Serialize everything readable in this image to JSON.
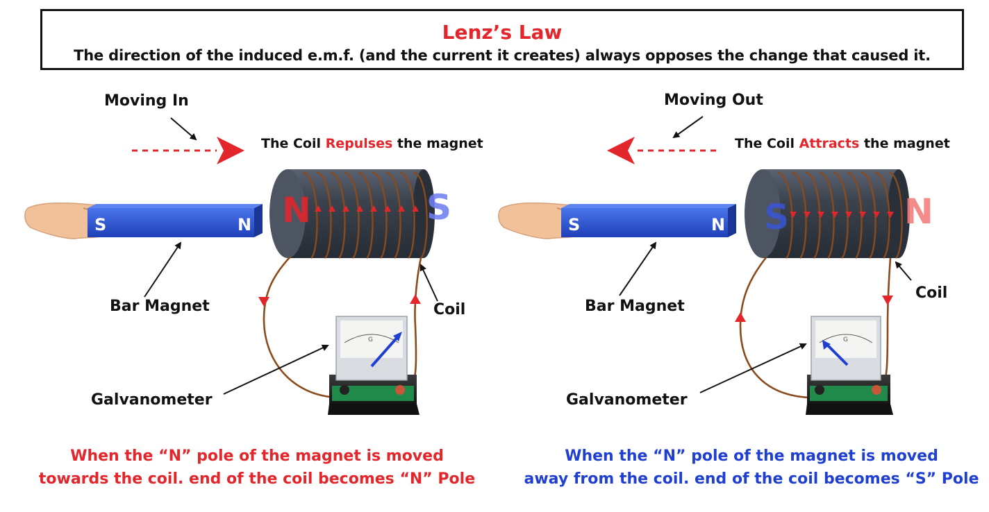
{
  "header": {
    "title": "Lenz’s Law",
    "subtitle": "The direction of the induced e.m.f. (and the current it creates) always opposes the change that caused it."
  },
  "left": {
    "motion": "Moving In",
    "coil_effect_prefix": "The Coil ",
    "coil_effect_verb": "Repulses",
    "coil_effect_suffix": " the magnet",
    "bar_magnet": "Bar Magnet",
    "coil": "Coil",
    "galvanometer": "Galvanometer",
    "magnet_s": "S",
    "magnet_n": "N",
    "coil_pole_left": "N",
    "coil_pole_right": "S",
    "caption_line1": "When the “N” pole of the magnet is moved",
    "caption_line2": "towards the coil. end of the coil becomes “N” Pole"
  },
  "right": {
    "motion": "Moving Out",
    "coil_effect_prefix": "The Coil ",
    "coil_effect_verb": "Attracts",
    "coil_effect_suffix": " the magnet",
    "bar_magnet": "Bar Magnet",
    "coil": "Coil",
    "galvanometer": "Galvanometer",
    "magnet_s": "S",
    "magnet_n": "N",
    "coil_pole_left": "S",
    "coil_pole_right": "N",
    "caption_line1": "When the “N” pole of the magnet is moved",
    "caption_line2": "away from the coil. end of the coil becomes “S” Pole"
  },
  "gauge_letter": "G",
  "colors": {
    "accent_red": "#e3262b",
    "accent_blue": "#1f3fd1",
    "magnet_blue": "#2b56d6",
    "coil_wire": "#8a4a1c",
    "cylinder": "#3c4450"
  }
}
